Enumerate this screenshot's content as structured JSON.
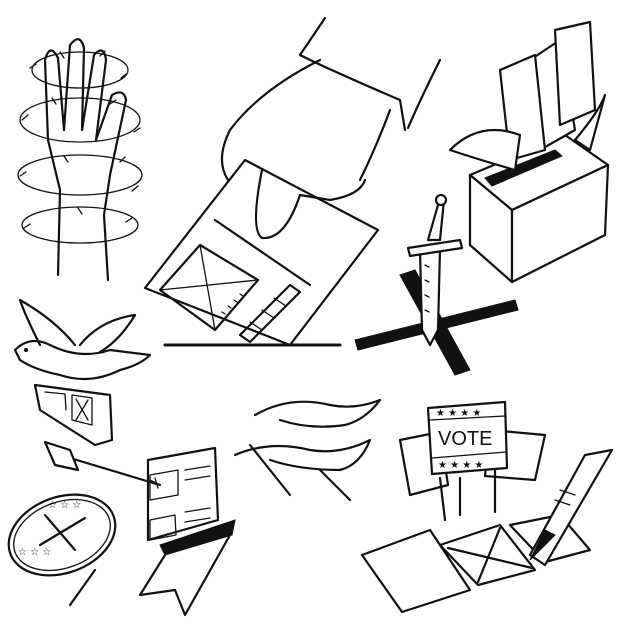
{
  "illustration": {
    "style": "black line art on white",
    "colors": {
      "ink": "#111111",
      "background": "#ffffff"
    },
    "elements": [
      {
        "name": "hand-in-barbed-wire",
        "label": "Raised hand wrapped in barbed wire"
      },
      {
        "name": "hand-casting-ballot",
        "label": "Hand inserting ballot with X into slot"
      },
      {
        "name": "ballot-box",
        "label": "Ballot box overflowing with papers"
      },
      {
        "name": "dove-with-ballot",
        "label": "Dove carrying ballot"
      },
      {
        "name": "dagger-x",
        "label": "Dagger on brush-stroke X"
      },
      {
        "name": "waving-flags",
        "label": "Waving flags"
      },
      {
        "name": "arrow-target-ballot",
        "label": "Arrow hitting ballot paper"
      },
      {
        "name": "voting-badge",
        "label": "Badge with X and stars"
      },
      {
        "name": "vote-signs",
        "label": "Picket signs"
      },
      {
        "name": "pencil-checkboxes",
        "label": "Pencil marking X in boxes"
      }
    ]
  },
  "sign": {
    "text": "VOTE",
    "stars_top": "★ ★ ★ ★",
    "stars_bottom": "★ ★ ★ ★"
  },
  "badge": {
    "stars_top": "☆ ☆ ☆",
    "stars_bottom": "☆ ☆ ☆"
  }
}
